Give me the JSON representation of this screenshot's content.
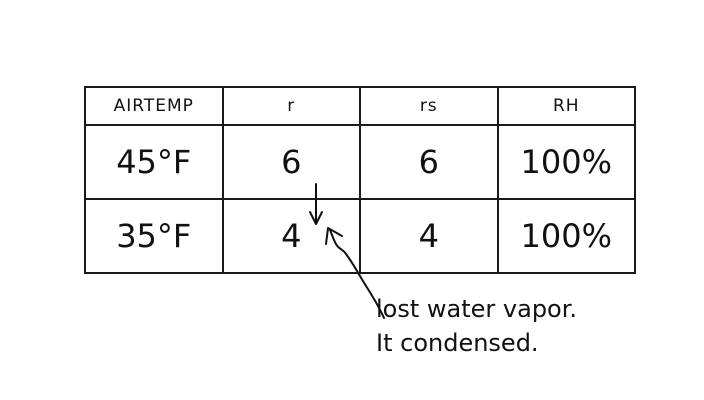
{
  "table": {
    "headers": [
      "AIRTEMP",
      "r",
      "rs",
      "RH"
    ],
    "rows": [
      {
        "air_temp": "45°F",
        "r": "6",
        "rs": "6",
        "rh": "100%"
      },
      {
        "air_temp": "35°F",
        "r": "4",
        "rs": "4",
        "rh": "100%"
      }
    ]
  },
  "annotation": {
    "line1": "lost water vapor.",
    "line2": "It condensed."
  }
}
